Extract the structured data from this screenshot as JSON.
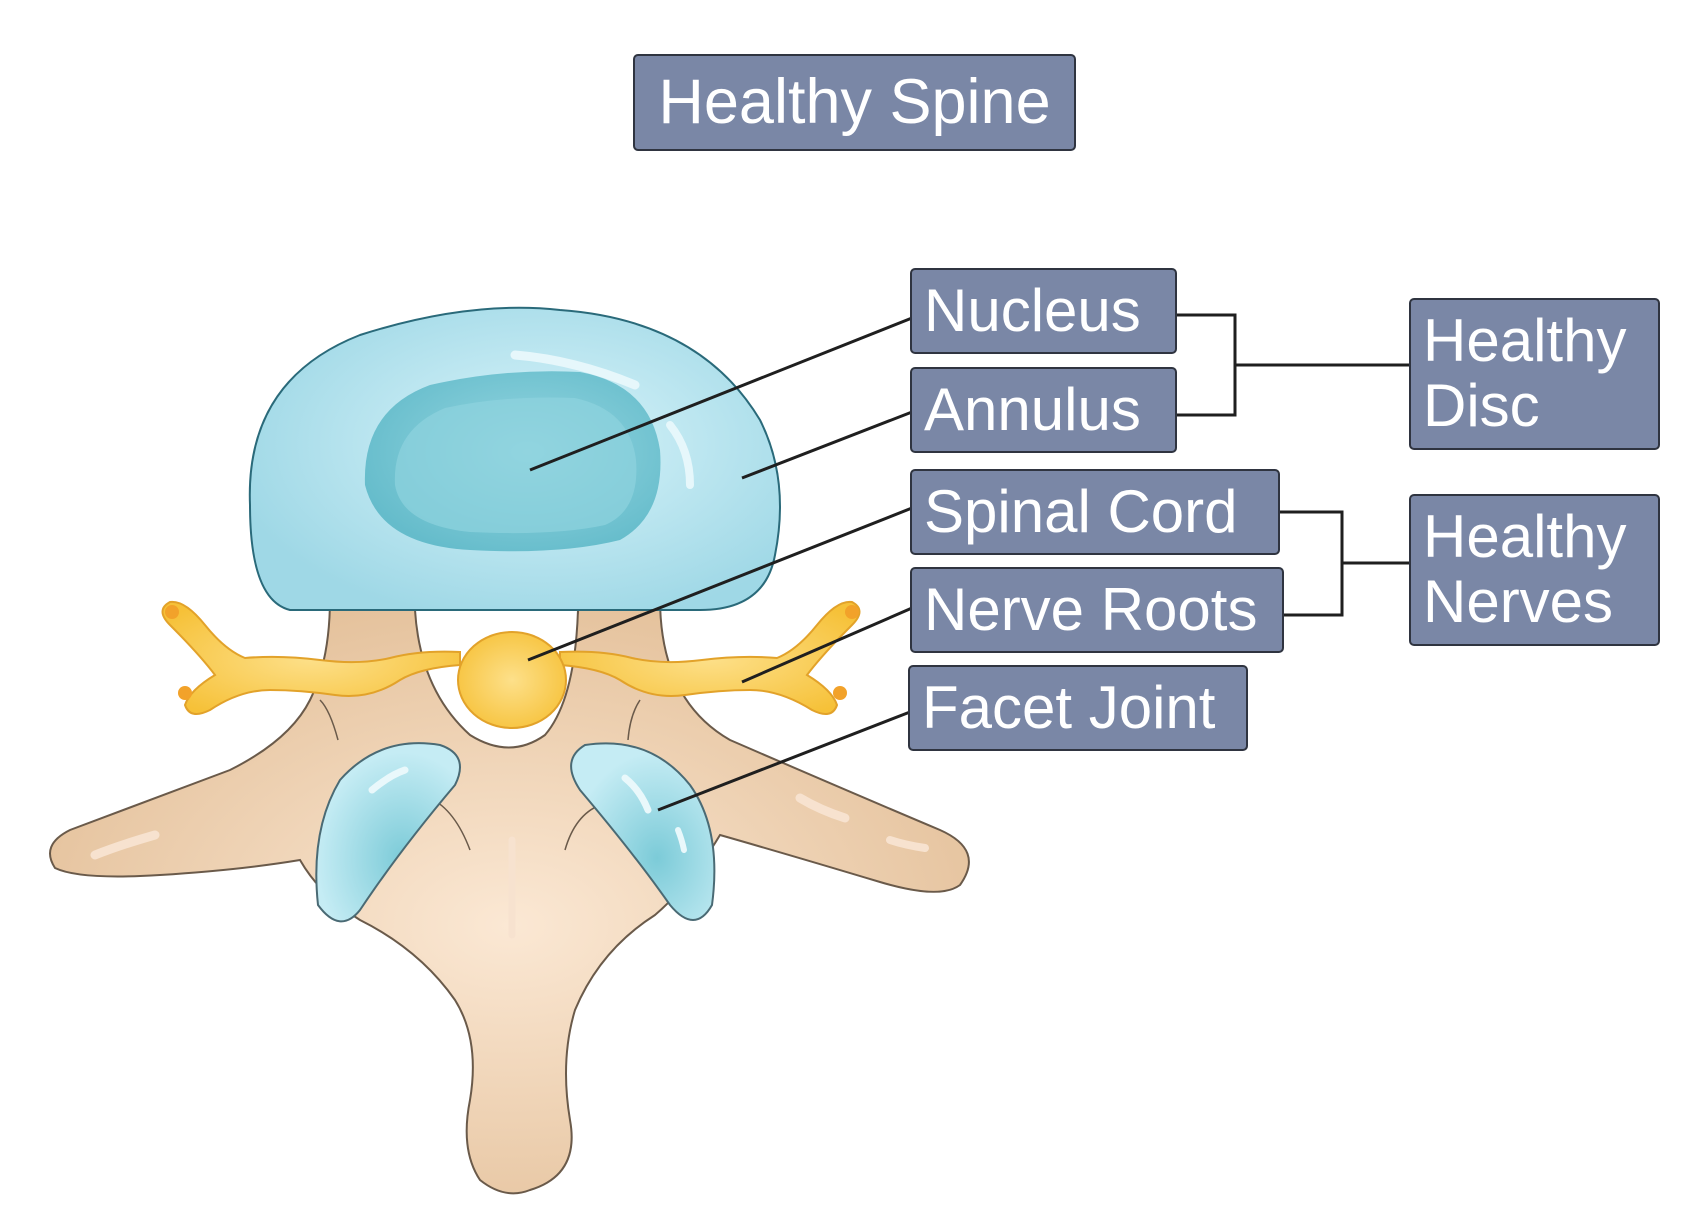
{
  "title": "Healthy Spine",
  "labels": {
    "nucleus": "Nucleus",
    "annulus": "Annulus",
    "spinal_cord": "Spinal Cord",
    "nerve_roots": "Nerve Roots",
    "facet_joint": "Facet Joint"
  },
  "groups": {
    "healthy_disc": "Healthy\nDisc",
    "healthy_nerves": "Healthy\nNerves"
  },
  "colors": {
    "label_fill": "#7a87a6",
    "label_border": "#2f3440",
    "bone": "#e8c9a6",
    "disc": "#bfe6f0",
    "nucleus": "#7fc8d4",
    "nerve": "#f8c94a",
    "leader_line": "#1f1f1f"
  }
}
